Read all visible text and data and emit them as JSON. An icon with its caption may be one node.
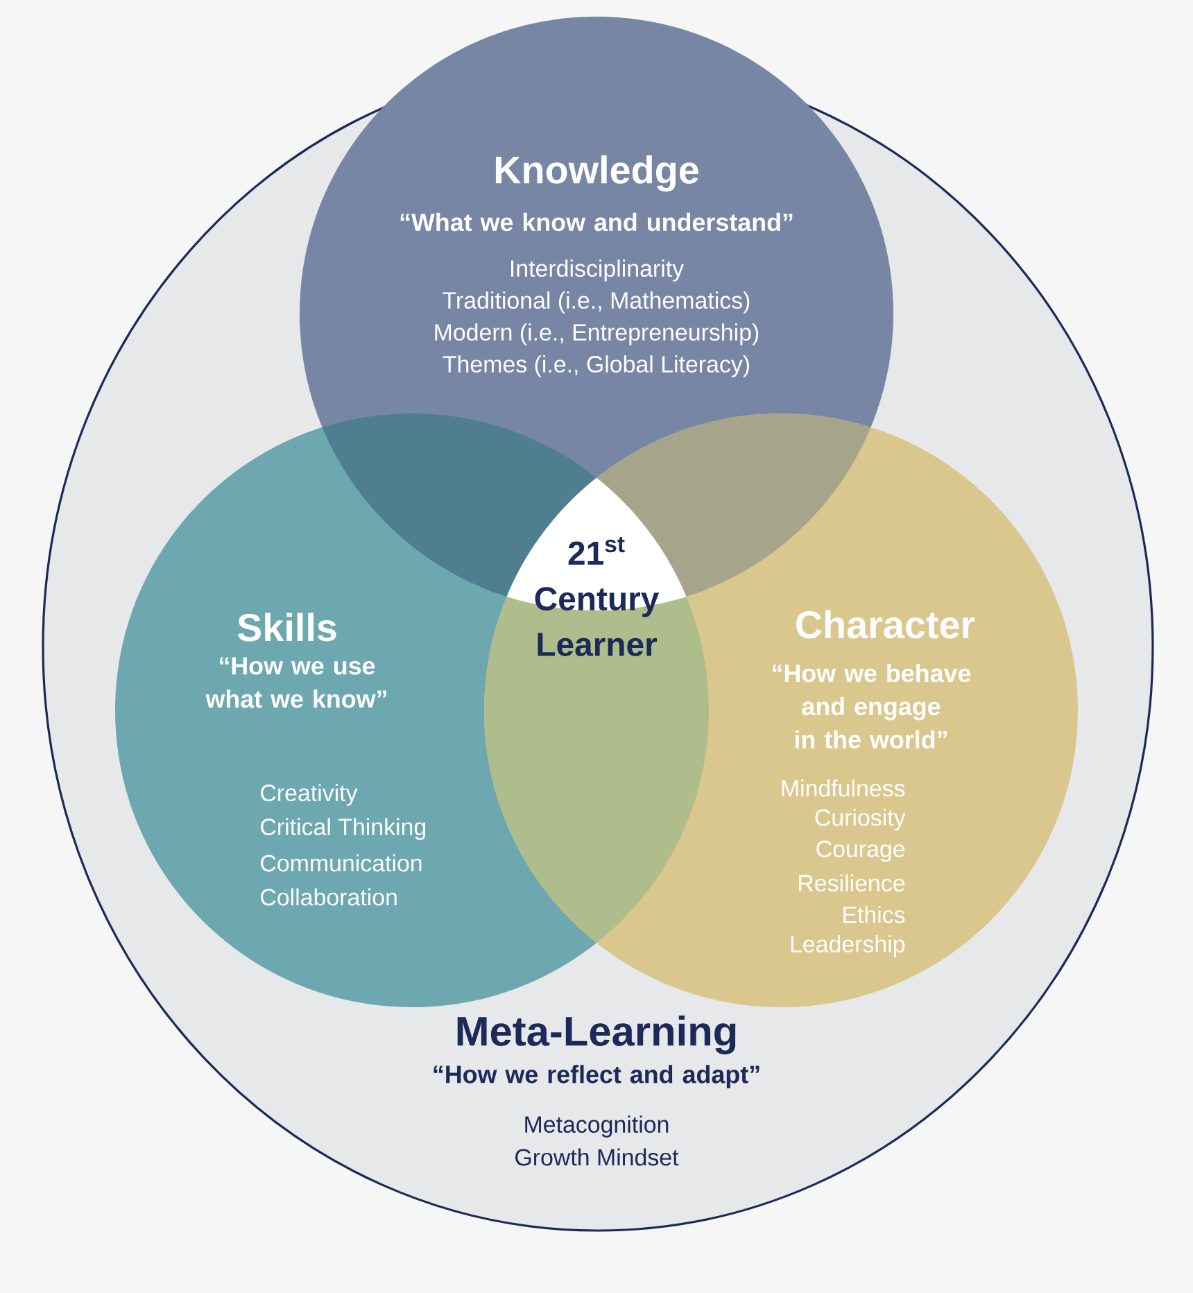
{
  "diagram": {
    "nodes": [
      {
        "text": [
          "Meta-Learning",
          "“How we reflect and adapt”",
          "Metacognition",
          "Growth Mindset"
        ]
      },
      {
        "text": [
          "Knowledge",
          "“What we know and understand”",
          "Interdisciplinarity",
          "Traditional (i.e., Mathematics)",
          "Modern (i.e., Entrepreneurship)",
          "Themes (i.e., Global Literacy)"
        ],
        "in": 0
      },
      {
        "text": [
          "Skills",
          "“How we use what we know”",
          "Creativity",
          "Critical Thinking",
          "Communication",
          "Collaboration"
        ],
        "in": 0
      },
      {
        "text": [
          "Character",
          "“How we behave and engage in the world”",
          "Mindfulness",
          "Curiosity",
          "Courage",
          "Resilience",
          "Ethics",
          "Leadership"
        ],
        "in": 0
      },
      {
        "text": [
          "21$^{st}$ Century Learner"
        ]
      }
    ]
  }
}
